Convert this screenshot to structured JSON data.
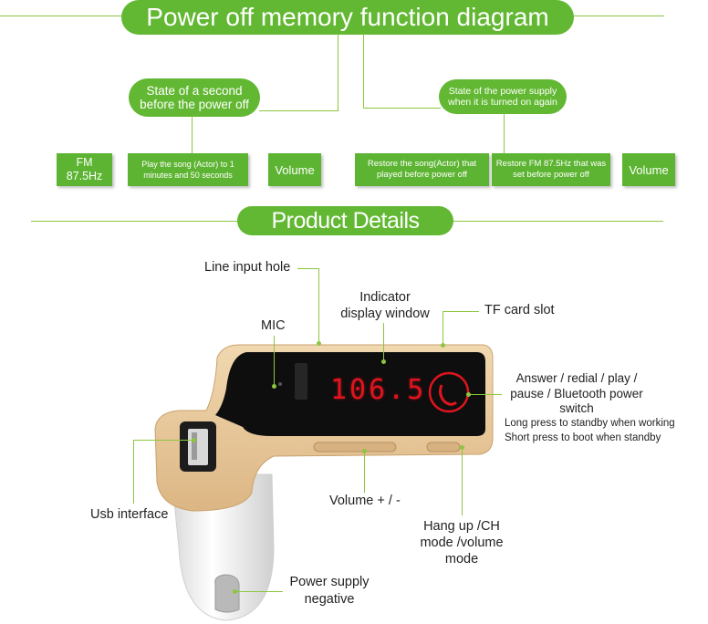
{
  "colors": {
    "green": "#62b832",
    "line": "#8cc63f",
    "gold": "#e7c99b",
    "led": "#e0141e"
  },
  "header": {
    "title": "Power off memory function diagram"
  },
  "memory": {
    "left_state": "State of a second before the power off",
    "right_state": "State of the power supply when it is turned on again",
    "left_boxes": [
      "FM 87.5Hz",
      "Play the song (Actor) to 1 minutes and 50 seconds",
      "Volume"
    ],
    "right_boxes": [
      "Restore the song(Actor) that played before power off",
      "Restore FM 87.5Hz that was set before power off",
      "Volume"
    ]
  },
  "section": {
    "title": "Product Details"
  },
  "device": {
    "display_reading": "106.5"
  },
  "callouts": {
    "line_input": "Line input hole",
    "indicator": "Indicator display window",
    "tf_card": "TF card slot",
    "mic": "MIC",
    "answer": "Answer / redial / play / pause / Bluetooth power switch",
    "long_press": "Long press to standby when working",
    "short_press": "Short press to boot when standby",
    "usb": "Usb interface",
    "volume": "Volume + / -",
    "hangup": "Hang up /CH mode /volume mode",
    "power": "Power supply negative"
  }
}
